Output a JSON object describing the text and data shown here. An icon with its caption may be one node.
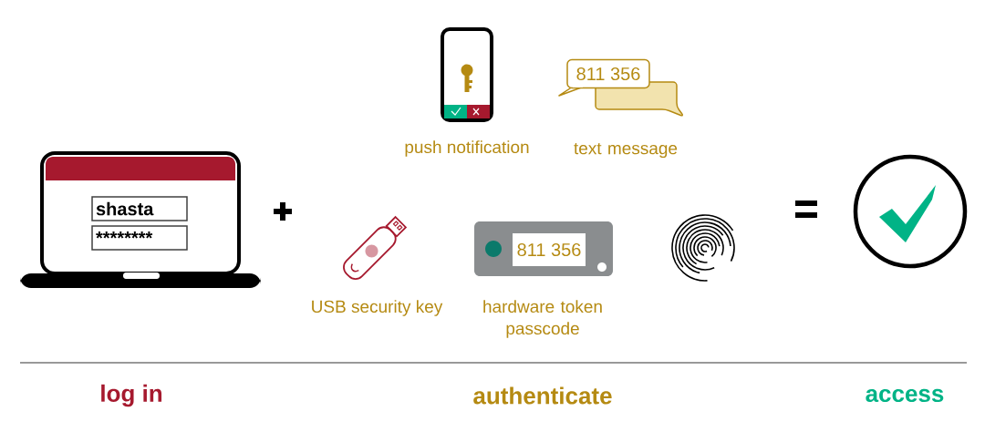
{
  "diagram": {
    "nodes": [
      {
        "text": [
          "shasta"
        ]
      },
      {
        "text": [
          "********"
        ]
      },
      {
        "text": [
          "811 356"
        ],
        "beside": [
          "text message"
        ]
      },
      {
        "text": [
          "811 356"
        ],
        "beside": [
          "hardware token passcode"
        ]
      }
    ],
    "labels": [
      "push notification",
      "USB security key",
      "log in",
      "authenticate",
      "access"
    ]
  }
}
